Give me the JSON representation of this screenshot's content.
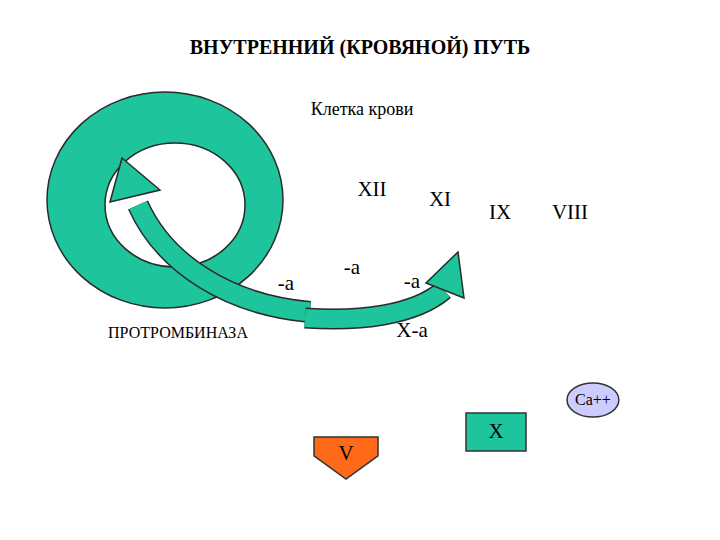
{
  "diagram": {
    "title": "ВНУТРЕННИЙ (КРОВЯНОЙ) ПУТЬ",
    "nodes": [
      {
        "text": [
          "Ca++"
        ]
      },
      {
        "text": [
          "X"
        ]
      },
      {
        "text": [
          "V"
        ]
      }
    ],
    "labels": [
      "Клетка крови",
      "XII",
      "XI",
      "IX",
      "VIII",
      "-a",
      "-a",
      "-a",
      "X-a",
      "ПРОТРОМБИНАЗА"
    ]
  }
}
